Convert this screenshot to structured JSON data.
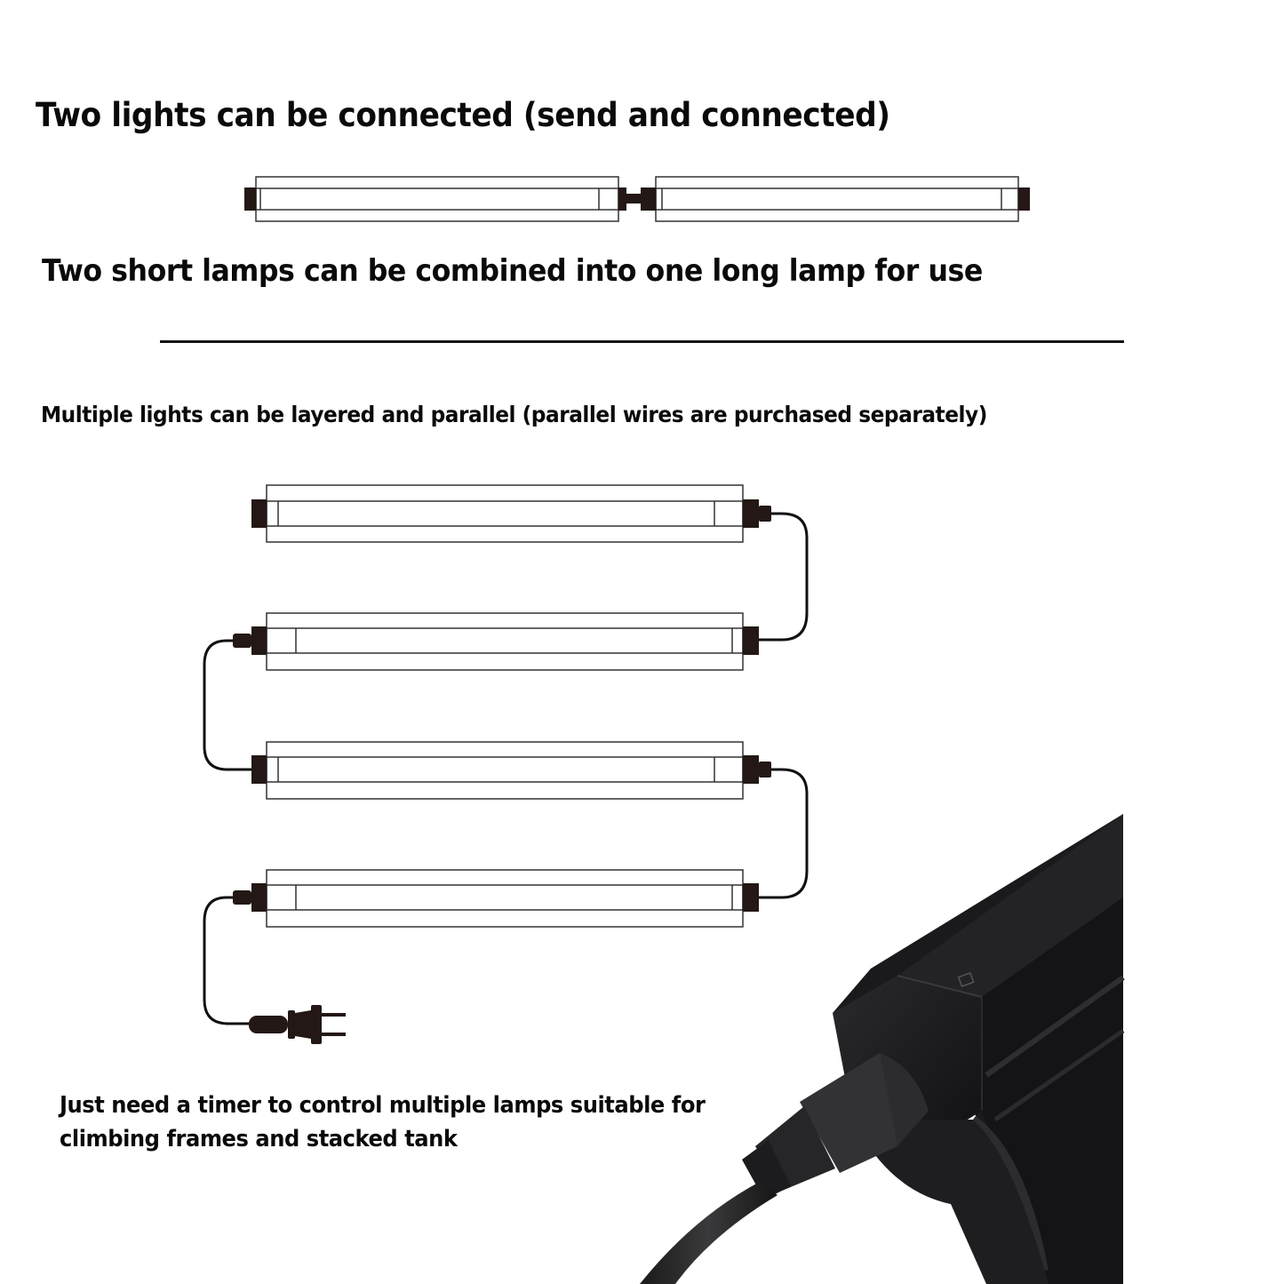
{
  "sections": {
    "connected_title": "Two lights can be connected (send and connected)",
    "combined_caption": "Two short lamps can be combined into one long lamp for use",
    "parallel_title": "Multiple lights can be layered and parallel (parallel wires are purchased separately)",
    "timer_caption": "Just need a timer to control multiple lamps suitable for climbing frames and stacked tank"
  },
  "diagram": {
    "connected_lamps": 2,
    "stacked_lamps": 4,
    "icons": [
      "lamp-tube-icon",
      "connector-icon",
      "power-plug-icon",
      "power-cord-icon"
    ]
  },
  "colors": {
    "background": "#ffffff",
    "text": "#0a0a0a",
    "connector": "#231815",
    "lamp_body": "#1c1c1e"
  }
}
